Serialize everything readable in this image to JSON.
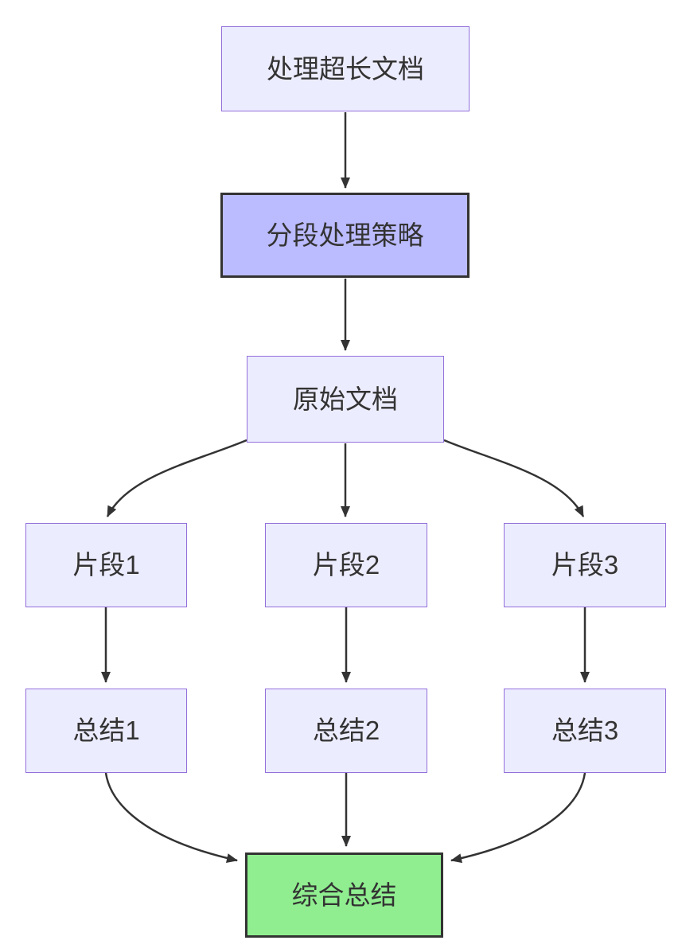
{
  "diagram": {
    "type": "flowchart",
    "direction": "top-down",
    "nodes": [
      {
        "id": "start",
        "label": "处理超长文档",
        "style": "default"
      },
      {
        "id": "strategy",
        "label": "分段处理策略",
        "style": "highlight"
      },
      {
        "id": "source-doc",
        "label": "原始文档",
        "style": "default"
      },
      {
        "id": "fragment-1",
        "label": "片段1",
        "style": "default"
      },
      {
        "id": "fragment-2",
        "label": "片段2",
        "style": "default"
      },
      {
        "id": "fragment-3",
        "label": "片段3",
        "style": "default"
      },
      {
        "id": "summary-1",
        "label": "总结1",
        "style": "default"
      },
      {
        "id": "summary-2",
        "label": "总结2",
        "style": "default"
      },
      {
        "id": "summary-3",
        "label": "总结3",
        "style": "default"
      },
      {
        "id": "final-summary",
        "label": "综合总结",
        "style": "success"
      }
    ],
    "edges": [
      {
        "from": "start",
        "to": "strategy"
      },
      {
        "from": "strategy",
        "to": "source-doc"
      },
      {
        "from": "source-doc",
        "to": "fragment-1"
      },
      {
        "from": "source-doc",
        "to": "fragment-2"
      },
      {
        "from": "source-doc",
        "to": "fragment-3"
      },
      {
        "from": "fragment-1",
        "to": "summary-1"
      },
      {
        "from": "fragment-2",
        "to": "summary-2"
      },
      {
        "from": "fragment-3",
        "to": "summary-3"
      },
      {
        "from": "summary-1",
        "to": "final-summary"
      },
      {
        "from": "summary-2",
        "to": "final-summary"
      },
      {
        "from": "summary-3",
        "to": "final-summary"
      }
    ],
    "colors": {
      "background": "#FFFFFF",
      "node-fill": "#ECECFF",
      "node-border": "#9370DB",
      "highlight-fill": "#BBBBFF",
      "success-fill": "#90EE90",
      "emphasis-border": "#333333",
      "line": "#333333",
      "text": "#333333"
    }
  }
}
